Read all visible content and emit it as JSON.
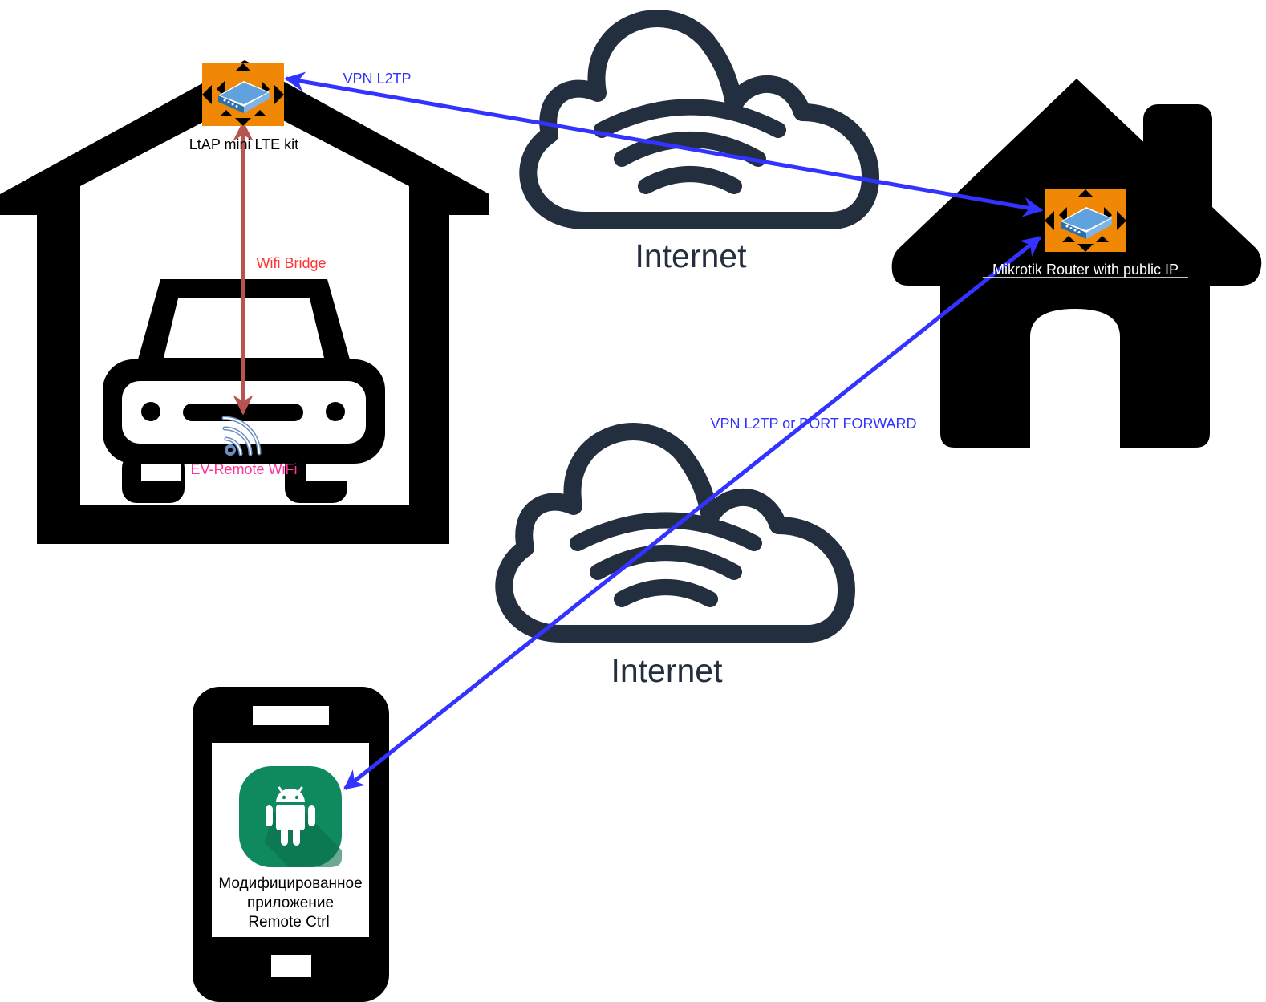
{
  "nodes": {
    "ltap": {
      "label": "LtAP mini LTE kit"
    },
    "mikrotik": {
      "label": "Mikrotik Router with public IP"
    },
    "ev_wifi": {
      "label": "EV-Remote WiFi"
    },
    "phone_app": {
      "label_lines": [
        "Модифицированное",
        "приложение",
        "Remote Ctrl"
      ]
    },
    "cloud_top": {
      "label": "Internet"
    },
    "cloud_bottom": {
      "label": "Internet"
    }
  },
  "edges": {
    "vpn_top": {
      "label": "VPN L2TP",
      "color": "#3333ff"
    },
    "wifi_bridge": {
      "label": "Wifi Bridge",
      "color": "#b85450",
      "label_color": "#ff3333"
    },
    "vpn_phone": {
      "label": "VPN L2TP or PORT FORWARD",
      "color": "#3333ff"
    }
  },
  "colors": {
    "router_bg": "#f08705",
    "router_body": "#5fa2dd",
    "cloud_stroke": "#232f3e",
    "android_bg": "#0f8a5f",
    "ev_label": "#ff3399"
  },
  "icons": [
    "garage-icon",
    "car-icon",
    "house-icon",
    "cloud-icon",
    "router-icon",
    "wifi-icon",
    "smartphone-icon",
    "android-icon"
  ]
}
